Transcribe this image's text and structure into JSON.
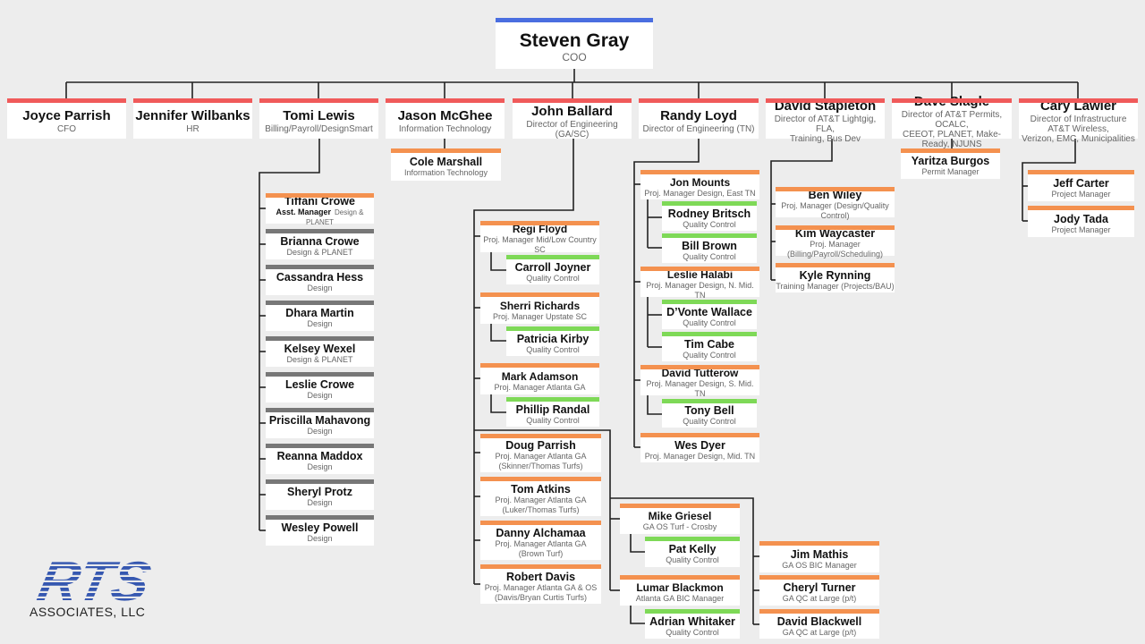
{
  "colors": {
    "ceo": "#4a6ee0",
    "executive": "#f05a5a",
    "manager": "#f4914f",
    "quality": "#7ed957",
    "staff": "#777777",
    "line": "#222222",
    "logo": "#3557b0"
  },
  "ceo": {
    "name": "Steven Gray",
    "title": "COO",
    "tier": "ceo"
  },
  "executives": [
    {
      "name": "Joyce Parrish",
      "title": "CFO",
      "tier": "executive",
      "reports": []
    },
    {
      "name": "Jennifer Wilbanks",
      "title": "HR",
      "tier": "executive",
      "reports": []
    },
    {
      "name": "Tomi Lewis",
      "title": "Billing/Payroll/DesignSmart",
      "tier": "executive",
      "reports": [
        {
          "name": "Tiffani Crowe",
          "prefix": "Asst. Manager",
          "title": "Design & PLANET",
          "tier": "manager"
        },
        {
          "name": "Brianna Crowe",
          "title": "Design  & PLANET",
          "tier": "staff"
        },
        {
          "name": "Cassandra Hess",
          "title": "Design",
          "tier": "staff"
        },
        {
          "name": "Dhara Martin",
          "title": "Design",
          "tier": "staff"
        },
        {
          "name": "Kelsey Wexel",
          "title": "Design & PLANET",
          "tier": "staff"
        },
        {
          "name": "Leslie Crowe",
          "title": "Design",
          "tier": "staff"
        },
        {
          "name": "Priscilla Mahavong",
          "title": "Design",
          "tier": "staff"
        },
        {
          "name": "Reanna Maddox",
          "title": "Design",
          "tier": "staff"
        },
        {
          "name": "Sheryl Protz",
          "title": "Design",
          "tier": "staff"
        },
        {
          "name": "Wesley Powell",
          "title": "Design",
          "tier": "staff"
        }
      ]
    },
    {
      "name": "Jason McGhee",
      "title": "Information Technology",
      "tier": "executive",
      "reports": [
        {
          "name": "Cole Marshall",
          "title": "Information Technology",
          "tier": "manager"
        }
      ]
    },
    {
      "name": "John Ballard",
      "title": "Director of Engineering (GA/SC)",
      "tier": "executive",
      "reports": [
        {
          "name": "Regi Floyd",
          "title": "Proj. Manager Mid/Low Country SC",
          "tier": "manager",
          "reports": [
            {
              "name": "Carroll Joyner",
              "title": "Quality Control",
              "tier": "quality"
            }
          ]
        },
        {
          "name": "Sherri Richards",
          "title": "Proj. Manager Upstate SC",
          "tier": "manager",
          "reports": [
            {
              "name": "Patricia Kirby",
              "title": "Quality Control",
              "tier": "quality"
            }
          ]
        },
        {
          "name": "Mark Adamson",
          "title": "Proj. Manager Atlanta GA",
          "tier": "manager",
          "reports": [
            {
              "name": "Phillip Randal",
              "title": "Quality Control",
              "tier": "quality"
            }
          ]
        },
        {
          "name": "Doug Parrish",
          "title": "Proj. Manager Atlanta GA\n(Skinner/Thomas Turfs)",
          "tier": "manager"
        },
        {
          "name": "Tom Atkins",
          "title": "Proj. Manager Atlanta GA\n(Luker/Thomas Turfs)",
          "tier": "manager"
        },
        {
          "name": "Danny Alchamaa",
          "title": "Proj. Manager Atlanta GA\n(Brown Turf)",
          "tier": "manager"
        },
        {
          "name": "Robert Davis",
          "title": "Proj. Manager Atlanta GA & OS\n(Davis/Bryan Curtis Turfs)",
          "tier": "manager"
        },
        {
          "name": "Mike Griesel",
          "title": "GA OS Turf - Crosby",
          "tier": "manager",
          "reports": [
            {
              "name": "Pat Kelly",
              "title": "Quality Control",
              "tier": "quality"
            }
          ]
        },
        {
          "name": "Lumar Blackmon",
          "title": "Atlanta GA BIC Manager",
          "tier": "manager",
          "reports": [
            {
              "name": "Adrian Whitaker",
              "title": "Quality Control",
              "tier": "quality"
            }
          ]
        },
        {
          "name": "Jim Mathis",
          "title": "GA OS BIC Manager",
          "tier": "manager"
        },
        {
          "name": "Cheryl Turner",
          "title": "GA QC at Large (p/t)",
          "tier": "manager"
        },
        {
          "name": "David Blackwell",
          "title": "GA QC at Large (p/t)",
          "tier": "manager"
        }
      ]
    },
    {
      "name": "Randy Loyd",
      "title": "Director of Engineering (TN)",
      "tier": "executive",
      "reports": [
        {
          "name": "Jon Mounts",
          "title": "Proj. Manager Design, East TN",
          "tier": "manager",
          "reports": [
            {
              "name": "Rodney Britsch",
              "title": "Quality Control",
              "tier": "quality"
            },
            {
              "name": "Bill Brown",
              "title": "Quality Control",
              "tier": "quality"
            }
          ]
        },
        {
          "name": "Leslie Halabi",
          "title": "Proj. Manager Design, N. Mid. TN",
          "tier": "manager",
          "reports": [
            {
              "name": "D’Vonte Wallace",
              "title": "Quality Control",
              "tier": "quality"
            },
            {
              "name": "Tim Cabe",
              "title": "Quality Control",
              "tier": "quality"
            }
          ]
        },
        {
          "name": "David Tutterow",
          "title": "Proj. Manager Design, S. Mid. TN",
          "tier": "manager",
          "reports": [
            {
              "name": "Tony Bell",
              "title": "Quality Control",
              "tier": "quality"
            }
          ]
        },
        {
          "name": "Wes Dyer",
          "title": "Proj. Manager Design, Mid. TN",
          "tier": "manager"
        }
      ]
    },
    {
      "name": "David Stapleton",
      "title": "Director of AT&T Lightgig, FLA,\nTraining, Bus Dev",
      "tier": "executive",
      "reports": [
        {
          "name": "Ben Wiley",
          "title": "Proj. Manager (Design/Quality Control)",
          "tier": "manager"
        },
        {
          "name": "Kim Waycaster",
          "title": "Proj. Manager (Billing/Payroll/Scheduling)",
          "tier": "manager"
        },
        {
          "name": "Kyle Rynning",
          "title": "Training Manager (Projects/BAU)",
          "tier": "manager"
        }
      ]
    },
    {
      "name": "Dave Slagle",
      "title": "Director of  AT&T Permits, OCALC,\nCEEOT, PLANET, Make-Ready, NJUNS",
      "tier": "executive",
      "reports": [
        {
          "name": "Yaritza Burgos",
          "title": "Permit Manager",
          "tier": "manager"
        }
      ]
    },
    {
      "name": "Cary Lawler",
      "title": "Director of  Infrastructure AT&T Wireless,\nVerizon, EMC, Municipalities",
      "tier": "executive",
      "reports": [
        {
          "name": "Jeff Carter",
          "title": "Project Manager",
          "tier": "manager"
        },
        {
          "name": "Jody Tada",
          "title": "Project Manager",
          "tier": "manager"
        }
      ]
    }
  ],
  "logo": {
    "mark": "RTS",
    "company": "ASSOCIATES, LLC"
  }
}
